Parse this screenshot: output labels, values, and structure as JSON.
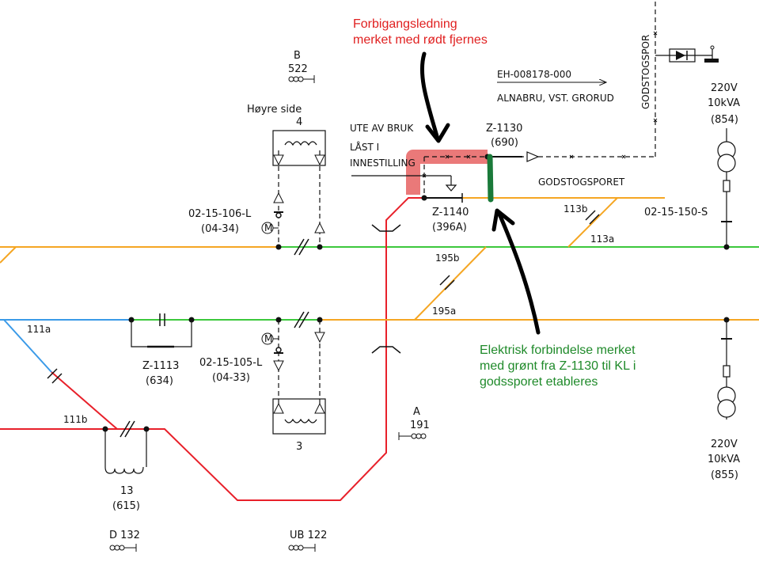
{
  "notes": {
    "red_line1": "Forbigangsledning",
    "red_line2": "merket med rødt fjernes",
    "green_line1": "Elektrisk forbindelse merket",
    "green_line2": "med grønt fra Z-1130 til KL i",
    "green_line3": "godssporet etableres"
  },
  "labels": {
    "b_label": "B",
    "b_num": "522",
    "hoyre_side": "Høyre side",
    "hoyre_num": "4",
    "ute_av_bruk": "UTE AV BRUK",
    "last_i": "LÅST I",
    "innestilling": "INNESTILLING",
    "z1130": "Z-1130",
    "z1130_num": "(690)",
    "eh_code": "EH-008178-000",
    "alnabru": "ALNABRU, VST. GRORUD",
    "godstogspor_vertical": "GODSTOGSPOR",
    "godstogsporet": "GODSTOGSPORET",
    "tr220_top": "220V",
    "kva_top": "10kVA",
    "tr_top_num": "(854)",
    "z1140": "Z-1140",
    "z1140_num": "(396A)",
    "l113b": "113b",
    "l113a": "113a",
    "s02_15_150": "02-15-150-S",
    "s02_15_106": "02-15-106-L",
    "s02_15_106_num": "(04-34)",
    "l195b": "195b",
    "l195a": "195a",
    "l111a": "111a",
    "z1113": "Z-1113",
    "z1113_num": "(634)",
    "s02_15_105": "02-15-105-L",
    "s02_15_105_num": "(04-33)",
    "three": "3",
    "a_label": "A",
    "a_num": "191",
    "l111b": "111b",
    "thirteen": "13",
    "thirteen_num": "(615)",
    "tr220_bot": "220V",
    "kva_bot": "10kVA",
    "tr_bot_num": "(855)",
    "d132": "D 132",
    "ub122": "UB 122",
    "motor": "M"
  },
  "colors": {
    "orange": "#f5a623",
    "green": "#3cc83c",
    "blue": "#3a9ae8",
    "red": "#e8202a",
    "highlight_red": "#e86a6a",
    "highlight_green": "#1a7a3a"
  }
}
